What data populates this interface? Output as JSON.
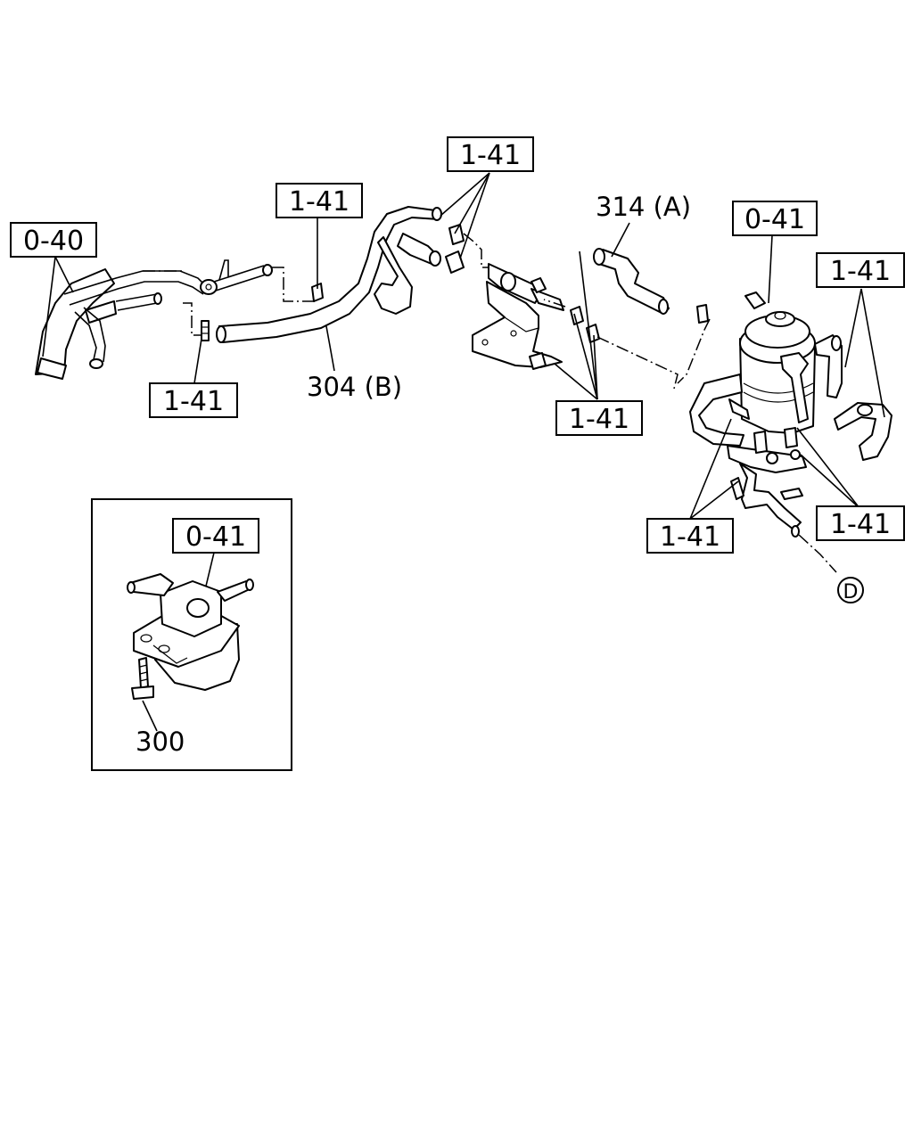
{
  "callouts": {
    "c_040": "0-40",
    "c_141_left": "1-41",
    "c_141_lower": "1-41",
    "c_141_top": "1-41",
    "c_141_mid": "1-41",
    "c_041_top": "0-41",
    "c_141_right": "1-41",
    "c_141_bottom_left": "1-41",
    "c_141_bottom_right": "1-41",
    "c_041_inset": "0-41"
  },
  "parts": {
    "p304": "304 (B)",
    "p314": "314 (A)",
    "p300": "300"
  },
  "ref_marker": "D"
}
